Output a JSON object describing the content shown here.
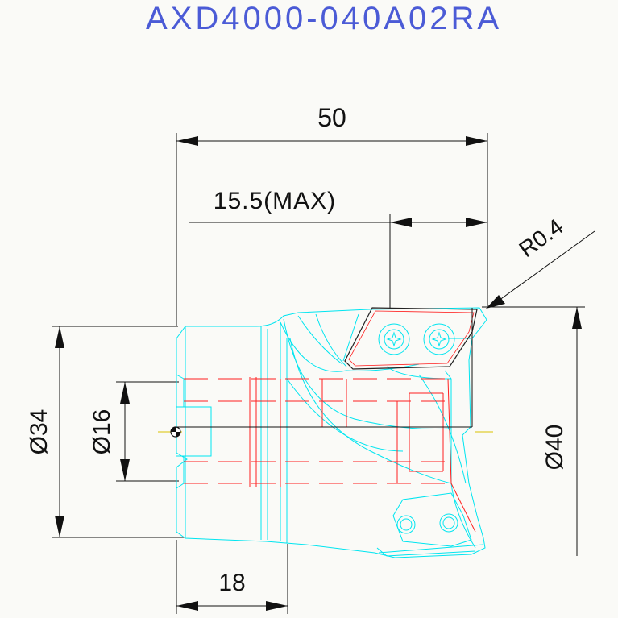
{
  "title": "AXD4000-040A02RA",
  "dimensions": {
    "overall_length": "50",
    "cut_depth": "15.5(MAX)",
    "corner_radius": "R0.4",
    "shank_diameter": "Ø34",
    "bore_diameter": "Ø16",
    "cutting_diameter": "Ø40",
    "flange_length": "18"
  },
  "colors": {
    "title": "#4b5bd6",
    "outline": "#00e5f0",
    "hidden": "#ff1f1f",
    "dimension": "#111111",
    "centerline": "#d9c200"
  }
}
